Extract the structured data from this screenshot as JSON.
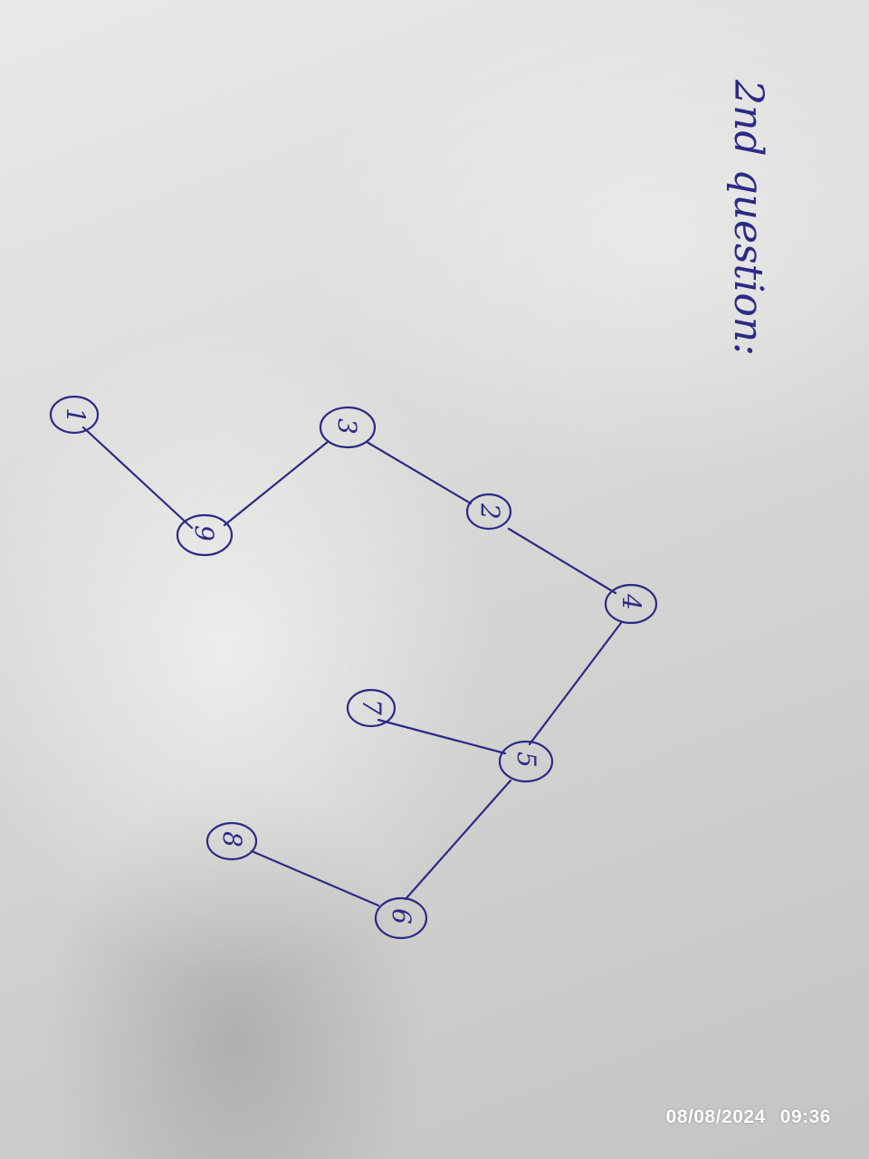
{
  "photo": {
    "heading": "2nd question:",
    "timestamp": {
      "date": "08/08/2024",
      "time": "09:36"
    }
  },
  "graph": {
    "nodes": [
      {
        "id": "n1",
        "label": "1"
      },
      {
        "id": "n9",
        "label": "9"
      },
      {
        "id": "n3",
        "label": "3"
      },
      {
        "id": "n2",
        "label": "2"
      },
      {
        "id": "n4",
        "label": "4"
      },
      {
        "id": "n7",
        "label": "7"
      },
      {
        "id": "n5",
        "label": "5"
      },
      {
        "id": "n8",
        "label": "8"
      },
      {
        "id": "n6",
        "label": "6"
      }
    ],
    "edges": [
      {
        "from": "n1",
        "to": "n9"
      },
      {
        "from": "n9",
        "to": "n3"
      },
      {
        "from": "n3",
        "to": "n2"
      },
      {
        "from": "n2",
        "to": "n4"
      },
      {
        "from": "n4",
        "to": "n5"
      },
      {
        "from": "n5",
        "to": "n7"
      },
      {
        "from": "n5",
        "to": "n6"
      },
      {
        "from": "n6",
        "to": "n8"
      }
    ]
  }
}
